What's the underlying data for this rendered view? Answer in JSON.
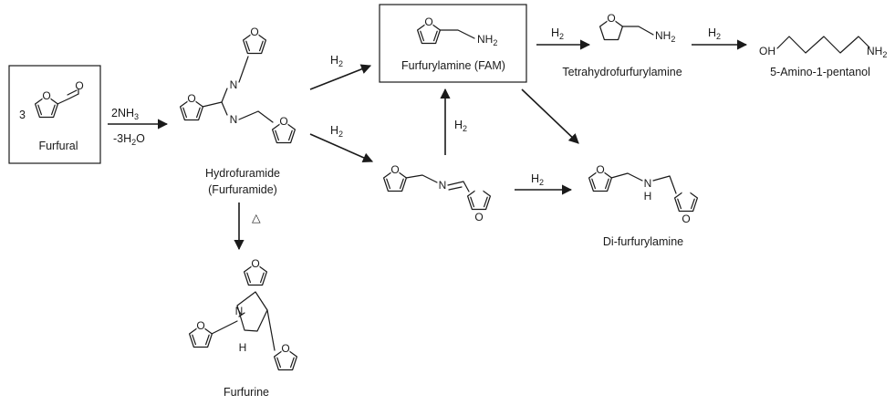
{
  "scheme": {
    "compounds": {
      "furfural": {
        "name": "Furfural",
        "coefficient": "3",
        "atom_O": "O"
      },
      "hydrofuramide": {
        "name_line1": "Hydrofuramide",
        "name_line2": "(Furfuramide)",
        "atom_N": "N"
      },
      "furfurine": {
        "name": "Furfurine",
        "atom_N": "N",
        "atom_NH": "H"
      },
      "furfurylamine": {
        "name": "Furfurylamine (FAM)",
        "group": "NH2"
      },
      "imine": {
        "atom_N": "N"
      },
      "thfa": {
        "name": "Tetrahydrofurfurylamine",
        "group": "NH2"
      },
      "aminopentanol": {
        "name": "5-Amino-1-pentanol",
        "oh": "OH",
        "group": "NH2"
      },
      "difurfurylamine": {
        "name": "Di-furfurylamine",
        "atom_N": "N",
        "atom_H": "H"
      }
    },
    "ring_atom": "O",
    "conditions": {
      "ammonia": "2NH3",
      "water": "-3H2O",
      "heat": "△",
      "hydrogen": "H2"
    }
  }
}
